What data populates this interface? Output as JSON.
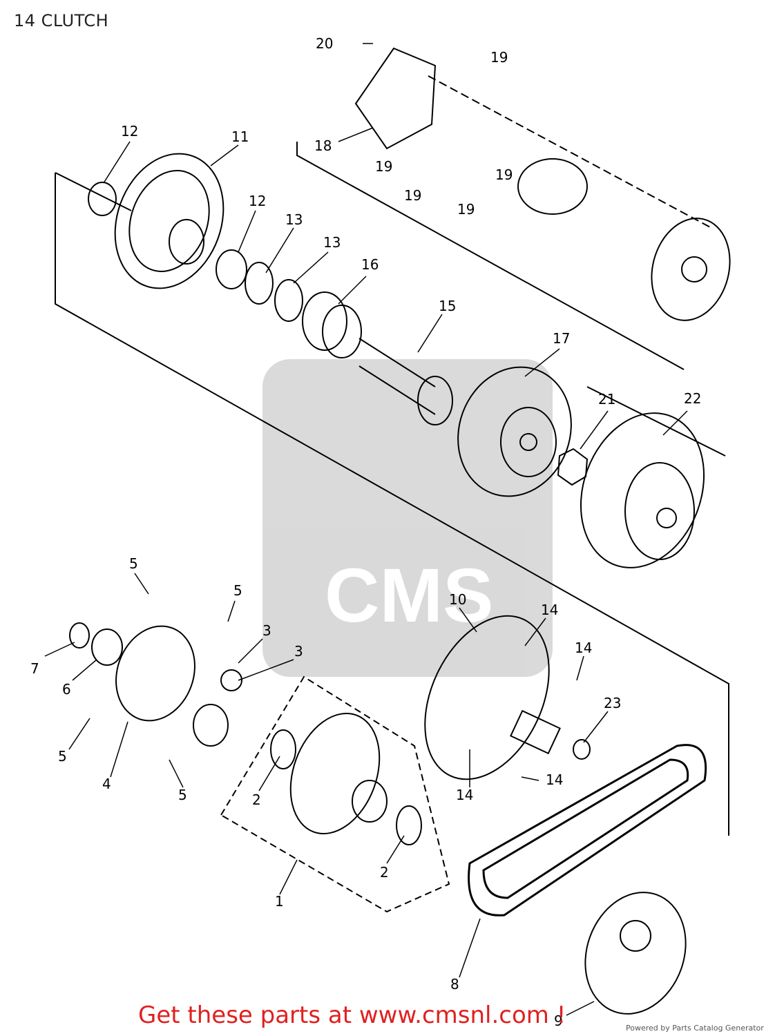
{
  "header": {
    "title": "14 CLUTCH"
  },
  "callouts": {
    "c1": "1",
    "c2a": "2",
    "c2b": "2",
    "c3a": "3",
    "c3b": "3",
    "c4": "4",
    "c5a": "5",
    "c5b": "5",
    "c5c": "5",
    "c5d": "5",
    "c6": "6",
    "c7": "7",
    "c8": "8",
    "c9": "9",
    "c10": "10",
    "c11": "11",
    "c12a": "12",
    "c12b": "12",
    "c13a": "13",
    "c13b": "13",
    "c14a": "14",
    "c14b": "14",
    "c14c": "14",
    "c14d": "14",
    "c15": "15",
    "c16": "16",
    "c17": "17",
    "c18": "18",
    "c19a": "19",
    "c19b": "19",
    "c19c": "19",
    "c19d": "19",
    "c19e": "19",
    "c20": "20",
    "c21": "21",
    "c22": "22",
    "c23": "23"
  },
  "watermark": {
    "text": "CMS"
  },
  "footer": {
    "promo": "Get these parts at www.cmsnl.com !",
    "powered": "Powered by Parts Catalog Generator"
  }
}
